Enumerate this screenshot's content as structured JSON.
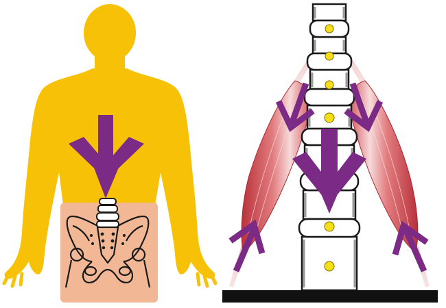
{
  "colors": {
    "body": "#f7c107",
    "pelvis_skin": "#f2b896",
    "arrow": "#7b2a86",
    "bone": "#ffffff",
    "bone_outline": "#1a1a1a",
    "marker": "#f5dd17",
    "muscle_light": "#f3c8c8",
    "muscle_dark": "#c2434a",
    "ground": "#111111"
  },
  "figure": {
    "left_panel": "torso-with-pelvis",
    "right_panel": "spine-with-muscles",
    "arrows": {
      "torso_compression": "down",
      "spine_compression": "down",
      "left_muscle_upper": "down",
      "right_muscle_upper": "down",
      "left_muscle_lower": "up",
      "right_muscle_lower": "up"
    }
  }
}
